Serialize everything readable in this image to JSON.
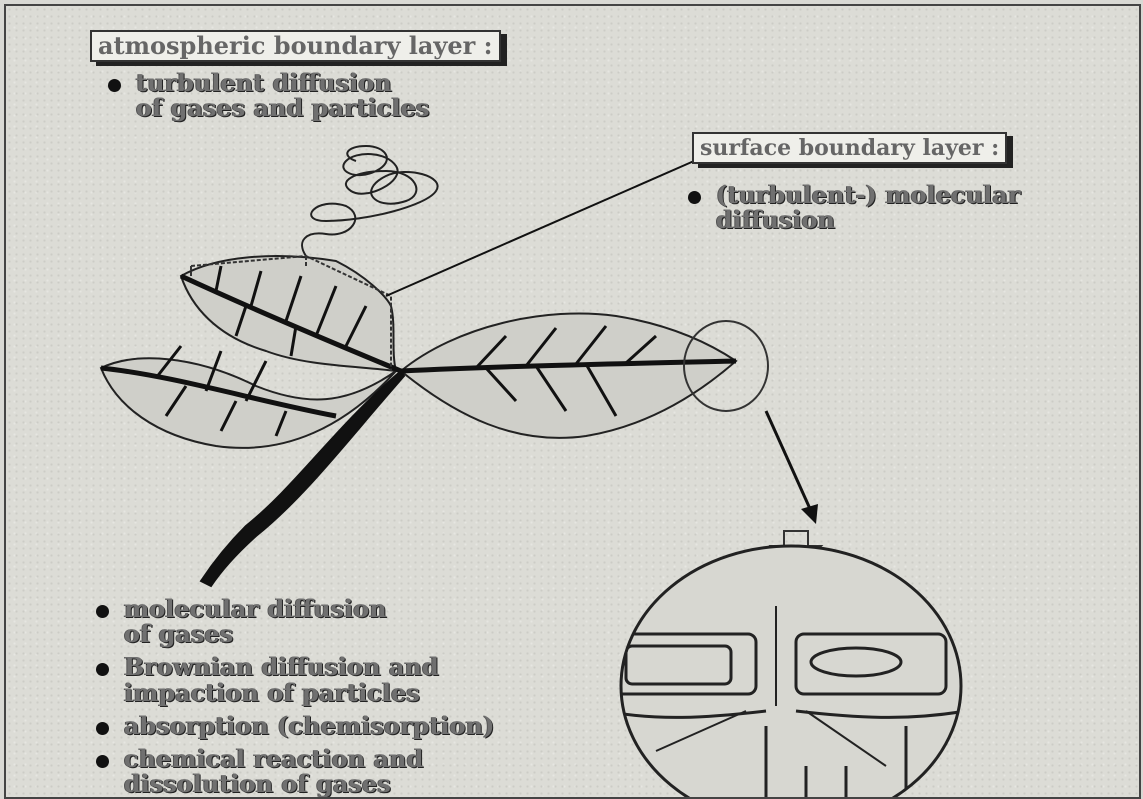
{
  "labels": {
    "atmospheric": "atmospheric boundary layer :",
    "surface": "surface boundary layer :"
  },
  "atmospheric_points": [
    "turbulent diffusion\nof gases and particles"
  ],
  "surface_points": [
    "(turbulent-) molecular\ndiffusion"
  ],
  "leaf_processes": [
    "molecular diffusion\nof gases",
    "Brownian diffusion and\nimpaction of particles",
    "absorption (chemisorption)",
    "chemical reaction and\ndissolution of gases"
  ],
  "colors": {
    "background": "#dcdcd6",
    "ink": "#111111",
    "text": "#707070"
  }
}
